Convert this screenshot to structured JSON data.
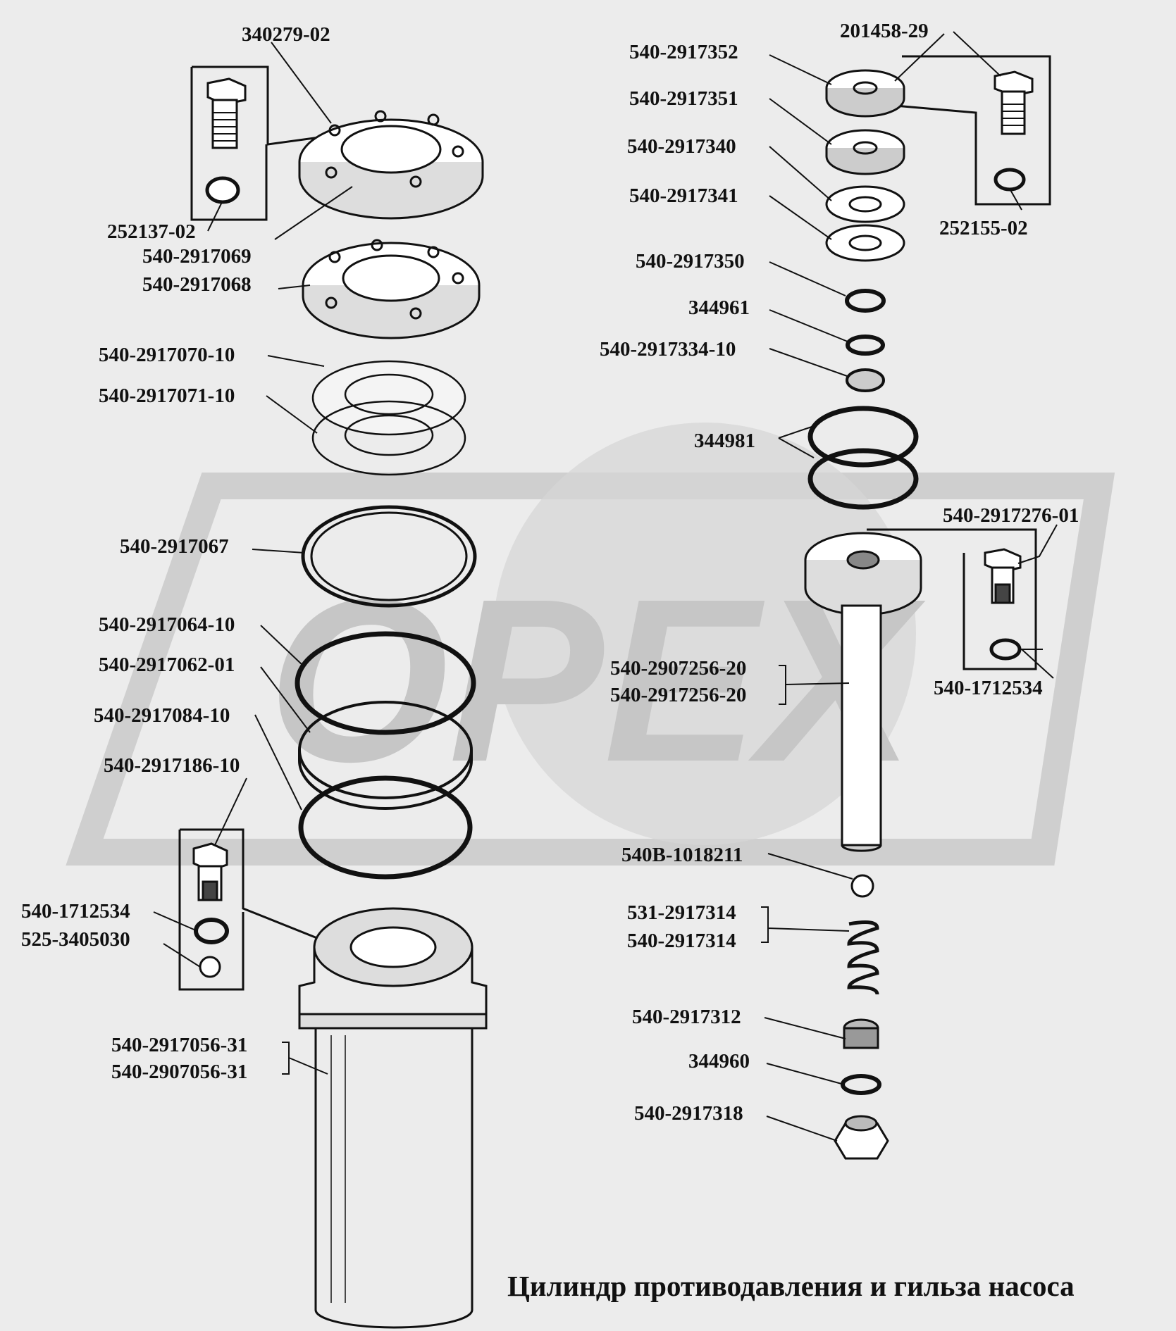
{
  "title": "Цилиндр противодавления и гильза насоса",
  "watermark": {
    "text": "OPEX"
  },
  "colors": {
    "background": "#ececec",
    "ink": "#111111",
    "watermark": "#c8c8c8"
  },
  "labels": {
    "p340279_02": "340279-02",
    "p252137_02": "252137-02",
    "p540_2917069": "540-2917069",
    "p540_2917068": "540-2917068",
    "p540_2917070_10": "540-2917070-10",
    "p540_2917071_10": "540-2917071-10",
    "p540_2917067": "540-2917067",
    "p540_2917064_10": "540-2917064-10",
    "p540_2917062_01": "540-2917062-01",
    "p540_2917084_10": "540-2917084-10",
    "p540_2917186_10": "540-2917186-10",
    "p540_1712534_left": "540-1712534",
    "p525_3405030": "525-3405030",
    "p540_2917056_31": "540-2917056-31",
    "p540_2907056_31": "540-2907056-31",
    "p201458_29": "201458-29",
    "p540_2917352": "540-2917352",
    "p540_2917351": "540-2917351",
    "p540_2917340": "540-2917340",
    "p540_2917341": "540-2917341",
    "p252155_02": "252155-02",
    "p540_2917350": "540-2917350",
    "p344961": "344961",
    "p540_2917334_10": "540-2917334-10",
    "p344981": "344981",
    "p540_2917276_01": "540-2917276-01",
    "p540_2907256_20": "540-2907256-20",
    "p540_2917256_20": "540-2917256-20",
    "p540_1712534_right": "540-1712534",
    "p540B_1018211": "540B-1018211",
    "p531_2917314": "531-2917314",
    "p540_2917314": "540-2917314",
    "p540_2917312": "540-2917312",
    "p344960": "344960",
    "p540_2917318": "540-2917318"
  }
}
